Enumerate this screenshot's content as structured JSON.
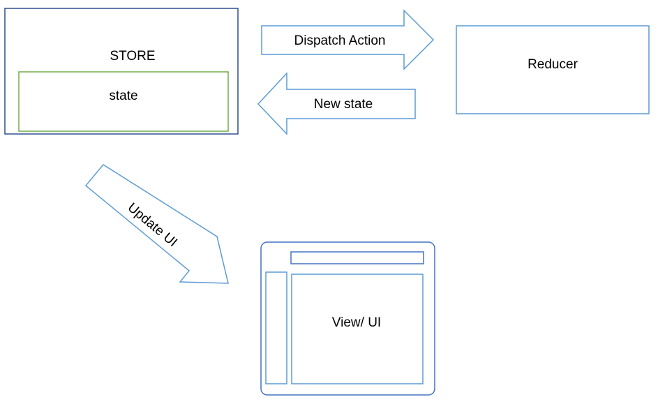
{
  "store": {
    "label": "STORE",
    "state_label": "state"
  },
  "reducer": {
    "label": "Reducer"
  },
  "arrows": {
    "dispatch_action": "Dispatch Action",
    "new_state": "New state",
    "update_ui": "Update UI"
  },
  "view": {
    "label": "View/ UI"
  },
  "colors": {
    "store_border": "#2F4F8F",
    "state_border": "#70AD47",
    "arrow_border": "#5B9BD5",
    "reducer_border": "#5B9BD5",
    "view_border": "#4472C4"
  }
}
